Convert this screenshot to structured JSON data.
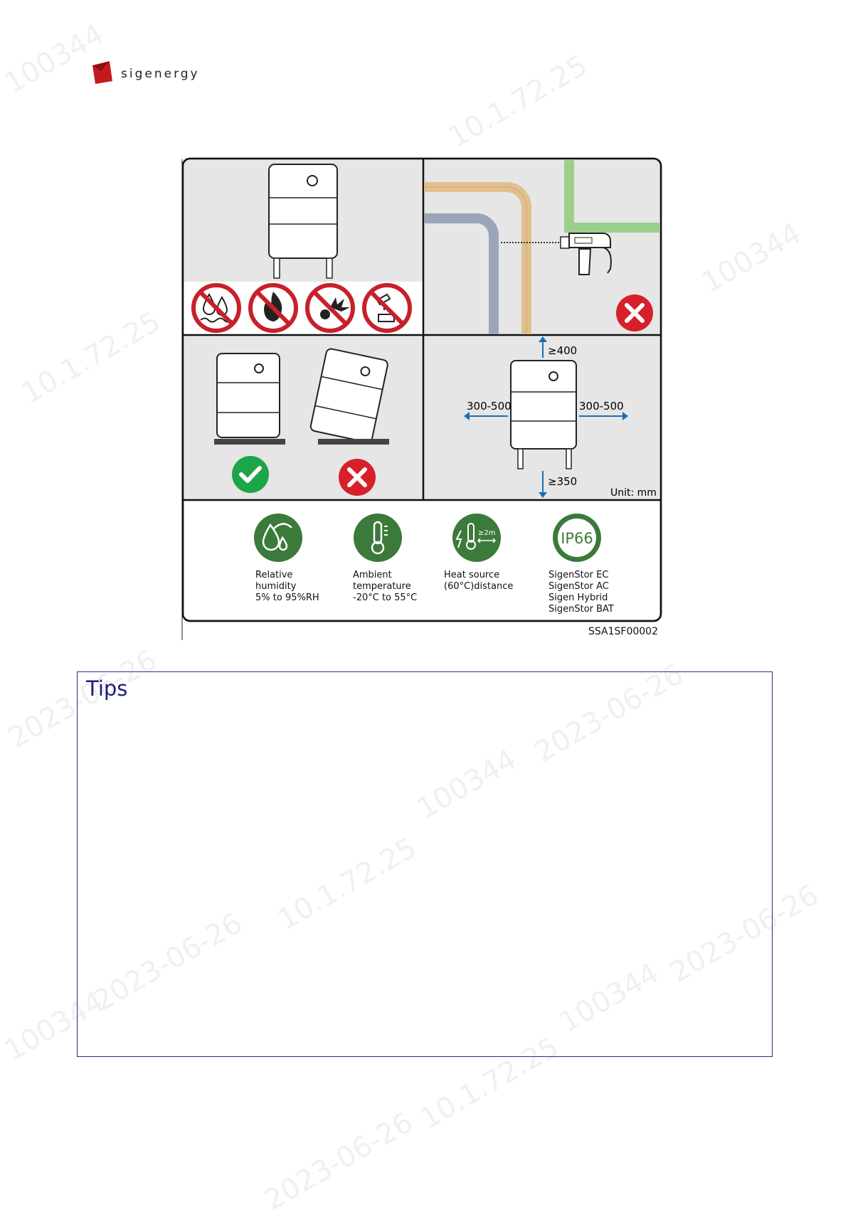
{
  "brand": {
    "name": "SIGENERGY",
    "color": "#c41a1e"
  },
  "figure": {
    "distances": {
      "top": "≥400",
      "left": "300-500",
      "right": "300-500",
      "bottom": "≥350",
      "unit": "Unit: mm"
    },
    "hazard_icons": [
      "no-water-icon",
      "no-fire-icon",
      "no-explosive-icon",
      "no-corrosive-icon"
    ],
    "conditions": [
      {
        "icon": "humidity-icon",
        "line1": "Relative",
        "line2": "humidity",
        "line3": "5% to 95%RH",
        "line4": ""
      },
      {
        "icon": "thermometer-icon",
        "line1": "Ambient",
        "line2": "temperature",
        "line3": "-20°C to 55°C",
        "line4": ""
      },
      {
        "icon": "heat-source-icon",
        "line1": "Heat source",
        "line2": "(60°C)distance",
        "line3": "",
        "line4": "",
        "badge": "≥2m"
      },
      {
        "icon": "ip66-icon",
        "badge": "IP66",
        "line1": "SigenStor EC",
        "line2": "SigenStor AC",
        "line3": "Sigen Hybrid",
        "line4": "SigenStor BAT"
      }
    ],
    "code": "SSA1SF00002"
  },
  "tips": {
    "title": "Tips"
  },
  "colors": {
    "green": "#3b7a3a",
    "red": "#d7202a",
    "ok_green": "#1ea54a",
    "arrow_blue": "#1a6fb5",
    "tips_border": "#2b2b8c"
  }
}
